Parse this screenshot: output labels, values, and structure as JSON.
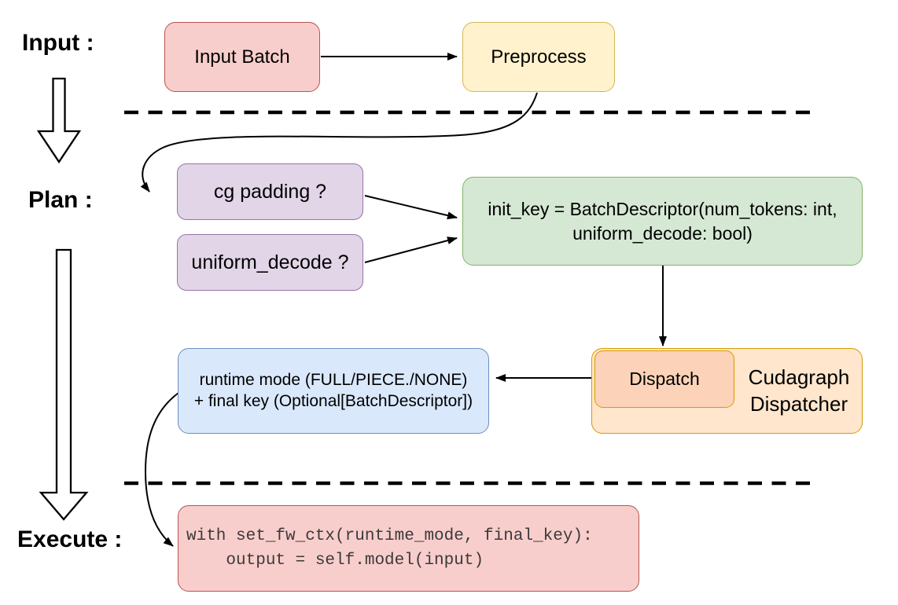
{
  "colors": {
    "red_fill": "#f8cecc",
    "red_stroke": "#b85450",
    "yellow_fill": "#fff2cc",
    "yellow_stroke": "#d6b656",
    "purple_fill": "#e1d5e7",
    "purple_stroke": "#9673a6",
    "green_fill": "#d5e8d4",
    "green_stroke": "#82b366",
    "blue_fill": "#dae8fc",
    "blue_stroke": "#6c8ebf",
    "orange_fill": "#ffe6cc",
    "orange_stroke": "#d79b00",
    "dispatch_fill": "#fcd3b8",
    "code_text": "#3a3a3a",
    "line": "#000000"
  },
  "stages": {
    "input": "Input :",
    "plan": "Plan :",
    "execute": "Execute :"
  },
  "nodes": {
    "input_batch": {
      "label": "Input Batch"
    },
    "preprocess": {
      "label": "Preprocess"
    },
    "cg_padding": {
      "label": "cg padding ?"
    },
    "uniform_decode": {
      "label": "uniform_decode ?"
    },
    "init_key": {
      "line1": "init_key = BatchDescriptor(num_tokens: int,",
      "line2": "uniform_decode: bool)"
    },
    "dispatch": {
      "label": "Dispatch"
    },
    "cudagraph_dispatcher": {
      "line1": "Cudagraph",
      "line2": "Dispatcher"
    },
    "runtime_result": {
      "line1": "runtime mode (FULL/PIECE./NONE)",
      "line2": "+ final key (Optional[BatchDescriptor])"
    },
    "execute_code": {
      "line1": "with set_fw_ctx(runtime_mode, final_key):",
      "line2": "    output = self.model(input)"
    }
  }
}
